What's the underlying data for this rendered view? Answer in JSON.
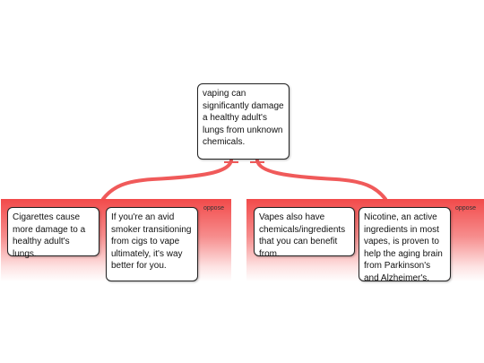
{
  "colors": {
    "connector": "#f05a5a",
    "group_top": "#f24a4a",
    "card_border": "#222222"
  },
  "root": {
    "text": "vaping can significantly damage a healthy adult's lungs from unknown chemicals."
  },
  "groups": [
    {
      "label": "oppose",
      "cards": [
        {
          "text": "Cigarettes cause more damage to a healthy adult's lungs."
        },
        {
          "text": "If you're an avid smoker transitioning from cigs to vape ultimately, it's way better for you."
        }
      ]
    },
    {
      "label": "oppose",
      "cards": [
        {
          "text": "Vapes also have chemicals/ingredients that you can benefit from."
        },
        {
          "text": "Nicotine, an active ingredients in most vapes, is proven to help the aging brain from Parkinson's and Alzheimer's."
        }
      ]
    }
  ]
}
